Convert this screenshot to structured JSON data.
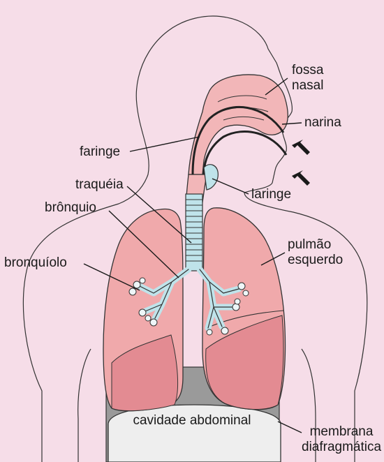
{
  "labels": {
    "fossa_nasal": "fossa\nnasal",
    "narina": "narina",
    "faringe": "faringe",
    "traqueia": "traquéia",
    "laringe": "laringe",
    "bronquio": "brônquio",
    "pulmao_esquerdo": "pulmão\nesquerdo",
    "bronquiolo": "bronquíolo",
    "cavidade_abdominal": "cavidade abdominal",
    "membrana_diafragmatica": "membrana\ndiafragmática"
  },
  "colors": {
    "background": "#f6dde8",
    "lung_fill": "#f0a9ab",
    "lung_shade": "#e38b92",
    "airway_fill": "#f2b6b8",
    "trachea_fill": "#bfe3ea",
    "diaphragm_fill": "#9a9a9a",
    "abdomen_fill": "#eeeeee"
  }
}
